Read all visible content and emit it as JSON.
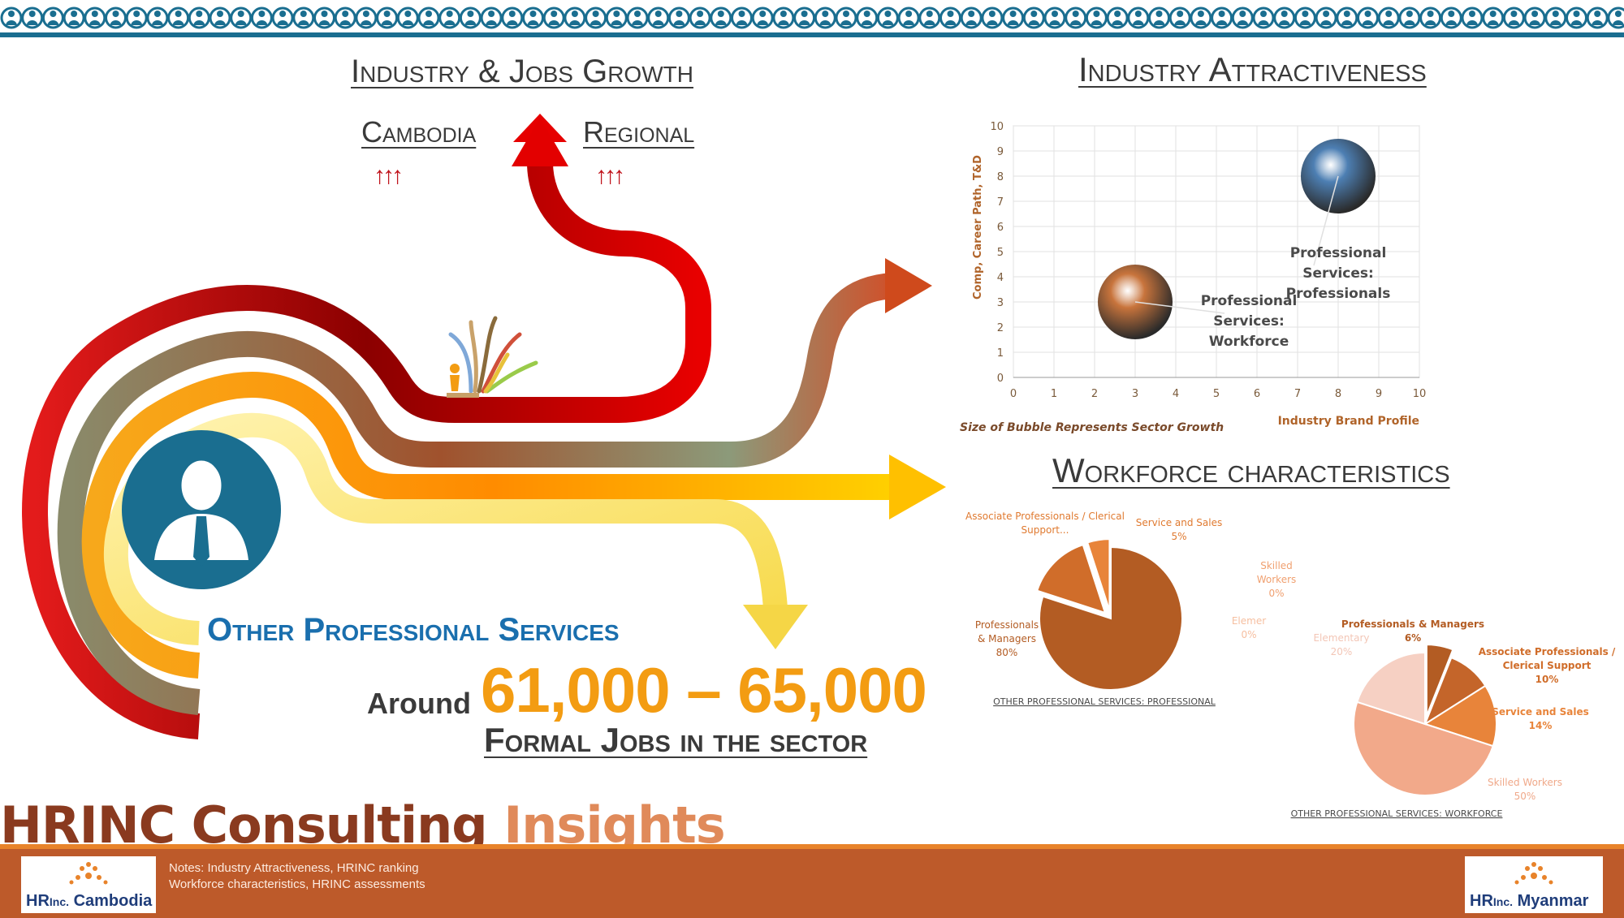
{
  "header_pattern": {
    "color": "#1a6e90"
  },
  "growth": {
    "title": "Industry & Jobs Growth",
    "cambodia_label": "Cambodia",
    "cambodia_arrows": "↑↑↑",
    "regional_label": "Regional",
    "regional_arrows": "↑↑↑"
  },
  "sector": {
    "name": "Other Professional Services",
    "around_label": "Around",
    "jobs_range": "61,000 – 65,000",
    "jobs_caption": "Formal Jobs in the sector"
  },
  "brand": {
    "title_part1": "HRINC Consulting",
    "title_part2": "Insights",
    "logo_left_hr": "HR",
    "logo_left_inc": "Inc.",
    "logo_left_country": "Cambodia",
    "logo_right_hr": "HR",
    "logo_right_inc": "Inc.",
    "logo_right_country": "Myanmar"
  },
  "notes": {
    "line1": "Notes:  Industry Attractiveness, HRINC ranking",
    "line2": "Workforce characteristics, HRINC assessments"
  },
  "attractiveness_title": "Industry Attractiveness",
  "workforce_title": "Workforce characteristics",
  "colors": {
    "accent_blue": "#1a6e90",
    "footer": "#bd5a2a",
    "jobs_orange": "#f39c12",
    "sector_blue": "#1a6fae"
  },
  "chart_data": [
    {
      "type": "bubble",
      "title": "Industry Attractiveness",
      "xlabel": "Industry Brand Profile",
      "ylabel": "Comp, Career Path, T&D",
      "footnote": "Size of Bubble Represents Sector Growth",
      "xlim": [
        0,
        10
      ],
      "ylim": [
        0,
        10
      ],
      "x_ticks": [
        "0",
        "1",
        "2",
        "3",
        "4",
        "5",
        "6",
        "7",
        "8",
        "9",
        "10"
      ],
      "y_ticks": [
        "0",
        "1",
        "2",
        "3",
        "4",
        "5",
        "6",
        "7",
        "8",
        "9",
        "10"
      ],
      "grid": true,
      "series": [
        {
          "name": "Professional Services: Workforce",
          "label_lines": [
            "Professional",
            "Services:",
            "Workforce"
          ],
          "x": 3,
          "y": 3,
          "size": 1,
          "color": "#c8743c"
        },
        {
          "name": "Professional Services: Professionals",
          "label_lines": [
            "Professional",
            "Services:",
            "Professionals"
          ],
          "x": 8,
          "y": 8,
          "size": 1,
          "color": "#4d7fb3"
        }
      ]
    },
    {
      "type": "pie",
      "title": "OTHER PROFESSIONAL SERVICES:  PROFESSIONAL",
      "slices": [
        {
          "label": "Professionals & Managers",
          "label_lines": [
            "Professionals",
            "& Managers",
            "80%"
          ],
          "value": 80,
          "color": "#b35c23"
        },
        {
          "label": "Associate Professionals / Clerical Support...",
          "label_lines": [
            "Associate Professionals / Clerical",
            "Support..."
          ],
          "value": 15,
          "color": "#d06d2a"
        },
        {
          "label": "Service and Sales",
          "label_lines": [
            "Service and Sales",
            "5%"
          ],
          "value": 5,
          "color": "#e8843a"
        },
        {
          "label": "Skilled Workers",
          "label_lines": [
            "Skilled",
            "Workers",
            "0%"
          ],
          "value": 0,
          "color": "#f2a868"
        },
        {
          "label": "Elementary",
          "label_lines": [
            "Elemer",
            "0%"
          ],
          "value": 0,
          "color": "#f7c9a6"
        }
      ]
    },
    {
      "type": "pie",
      "title": "OTHER PROFESSIONAL SERVICES:  WORKFORCE",
      "slices": [
        {
          "label": "Professionals & Managers",
          "label_lines": [
            "Professionals & Managers",
            "6%"
          ],
          "value": 6,
          "color": "#b35c23"
        },
        {
          "label": "Associate Professionals / Clerical Support",
          "label_lines": [
            "Associate Professionals /",
            "Clerical Support",
            "10%"
          ],
          "value": 10,
          "color": "#c4652a"
        },
        {
          "label": "Service and Sales",
          "label_lines": [
            "Service and Sales",
            "14%"
          ],
          "value": 14,
          "color": "#e8843a"
        },
        {
          "label": "Skilled Workers",
          "label_lines": [
            "Skilled Workers",
            "50%"
          ],
          "value": 50,
          "color": "#f2a98a"
        },
        {
          "label": "Elementary",
          "label_lines": [
            "Elementary",
            "20%"
          ],
          "value": 20,
          "color": "#f6d0c3"
        }
      ]
    }
  ]
}
